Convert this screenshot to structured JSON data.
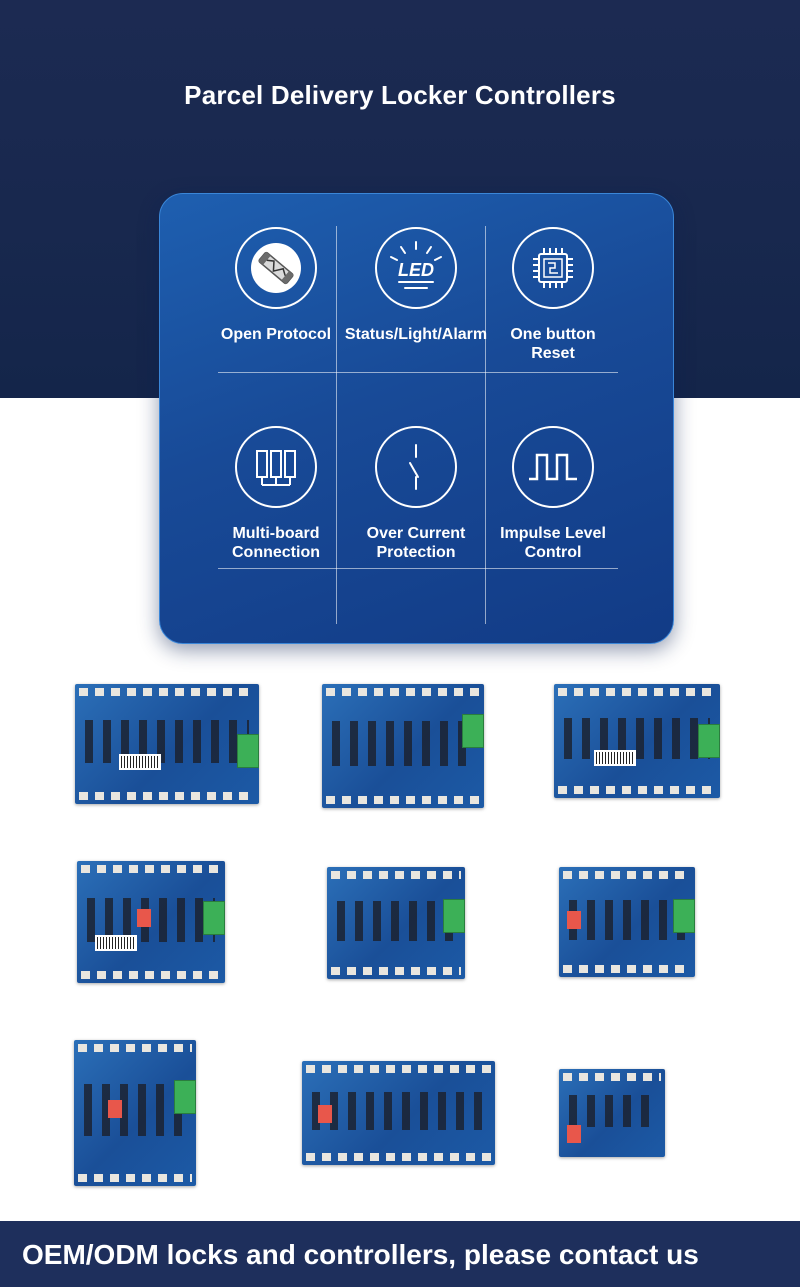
{
  "hero": {
    "title": "Parcel Delivery Locker Controllers"
  },
  "features": [
    {
      "label_line1": "Open Protocol",
      "label_line2": "",
      "icon": "fuse-icon"
    },
    {
      "label_line1": "Status/Light/Alarm",
      "label_line2": "",
      "icon": "led-icon"
    },
    {
      "label_line1": "One button",
      "label_line2": "Reset",
      "icon": "chip-icon"
    },
    {
      "label_line1": "Multi-board",
      "label_line2": "Connection",
      "icon": "multi-board-icon"
    },
    {
      "label_line1": "Over Current",
      "label_line2": "Protection",
      "icon": "switch-icon"
    },
    {
      "label_line1": "Impulse Level",
      "label_line2": "Control",
      "icon": "pulse-wave-icon"
    }
  ],
  "led_icon_text": "LED",
  "products": [
    {
      "name": "controller-board-1"
    },
    {
      "name": "controller-board-2"
    },
    {
      "name": "controller-board-3"
    },
    {
      "name": "controller-board-4"
    },
    {
      "name": "controller-board-5"
    },
    {
      "name": "controller-board-6"
    },
    {
      "name": "controller-board-7"
    },
    {
      "name": "controller-board-8"
    },
    {
      "name": "controller-board-9"
    }
  ],
  "footer": {
    "text": "OEM/ODM locks and controllers, please contact us"
  },
  "colors": {
    "hero_bg": "#18284e",
    "card_bg": "#184a97",
    "footer_bg": "#1e2f5c",
    "board_blue": "#1a4f98",
    "terminal_green": "#3cb057"
  }
}
